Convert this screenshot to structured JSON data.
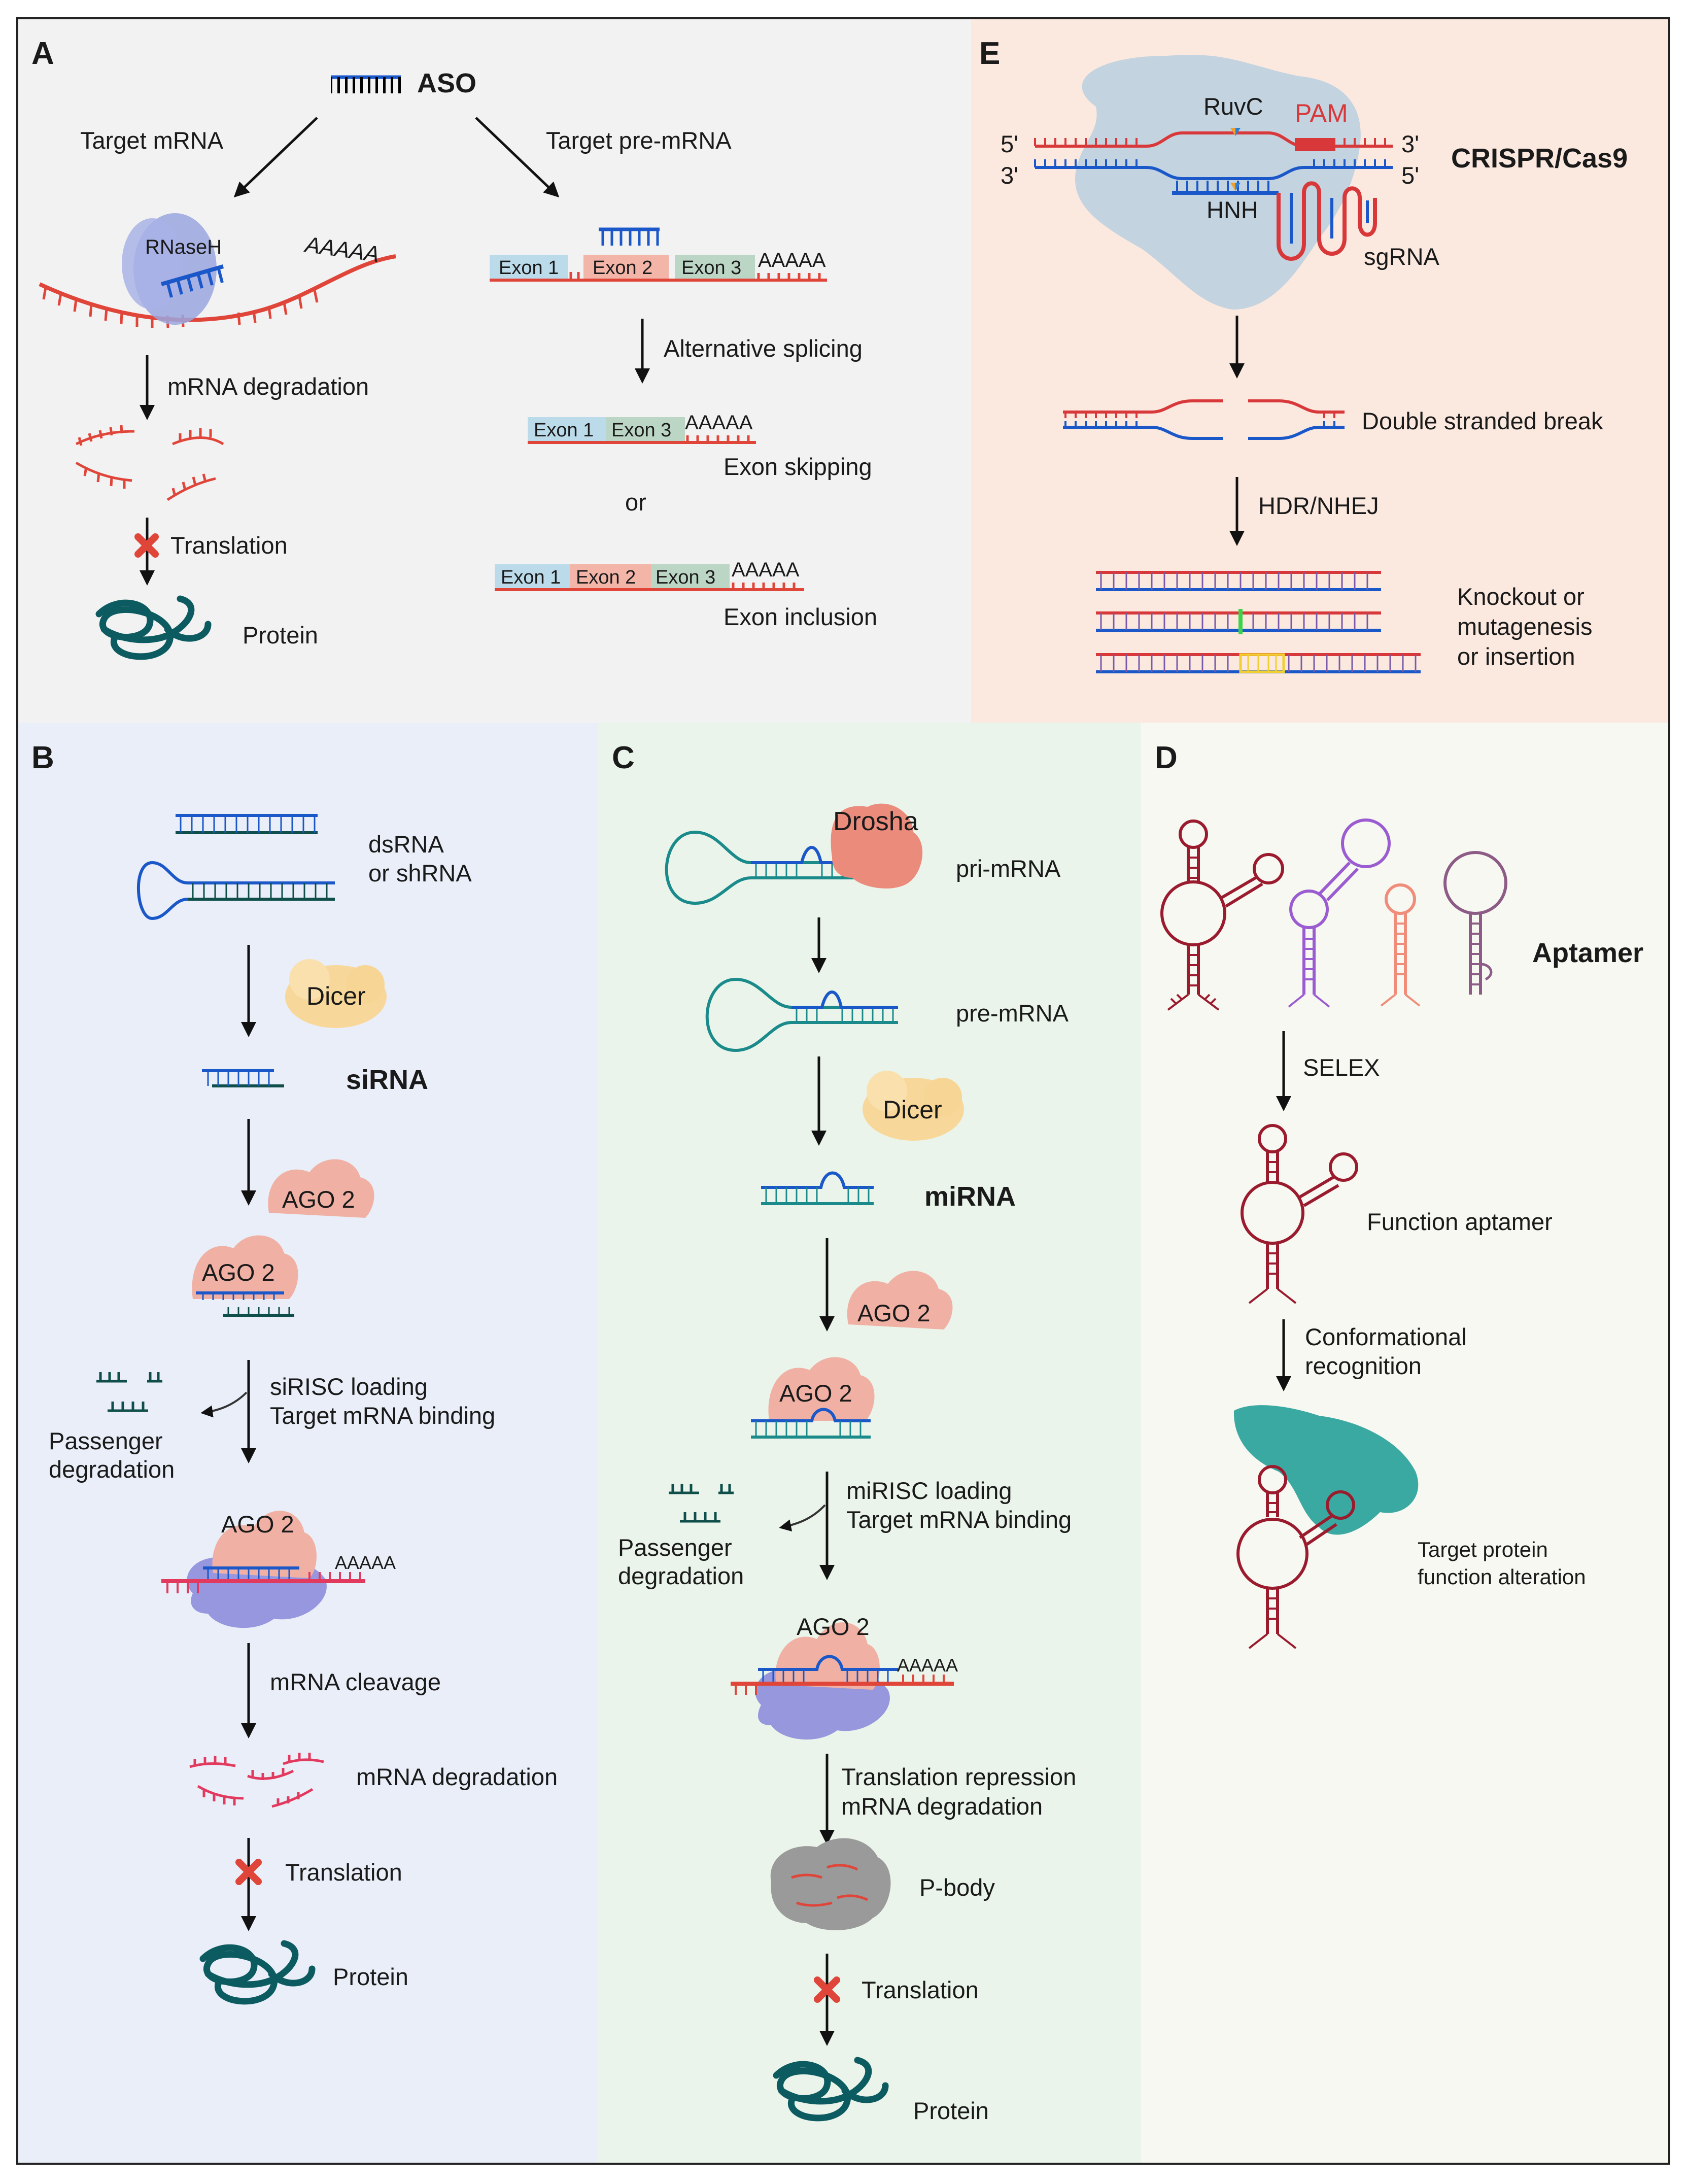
{
  "panels": {
    "A": "A",
    "B": "B",
    "C": "C",
    "D": "D",
    "E": "E"
  },
  "colors": {
    "panel_a_bg": "#f2f2f2",
    "panel_b_bg": "#e9eef8",
    "panel_c_bg": "#eaf4ea",
    "panel_d_bg": "#f6f8f1",
    "panel_e_bg": "#fbe9df",
    "rna_blue": "#1a57c9",
    "rna_red": "#e0453a",
    "rna_pink": "#e23a5e",
    "rna_teal": "#0f5e5c",
    "protein": "#0c5b60",
    "rnase_h": "#9aa6df",
    "ago2": "#f0b0a4",
    "dicer": "#f8d89a",
    "drosha": "#ea8b7c",
    "cas9": "#bcd0df",
    "aptamer_maroon": "#9b1b2e",
    "aptamer_purple": "#9a5cd0",
    "aptamer_salmon": "#f08c7a",
    "aptamer_mauve": "#8c5c86",
    "target_protein": "#3aa9a2"
  },
  "aso": {
    "title": "ASO",
    "target_mrna": "Target mRNA",
    "target_pre_mrna": "Target pre-mRNA",
    "rnaseh": "RNaseH",
    "polya": "AAAAA",
    "mrna_degradation": "mRNA degradation",
    "translation": "Translation",
    "protein": "Protein",
    "alternative_splicing": "Alternative splicing",
    "exon1": "Exon 1",
    "exon2": "Exon 2",
    "exon3": "Exon 3",
    "exon_skipping": "Exon skipping",
    "or": "or",
    "exon_inclusion": "Exon inclusion"
  },
  "sirna": {
    "dsrna_line1": "dsRNA",
    "dsrna_line2": "or shRNA",
    "dicer": "Dicer",
    "title": "siRNA",
    "ago2": "AGO 2",
    "loading_line1": "siRISC loading",
    "loading_line2": "Target mRNA binding",
    "passenger_line1": "Passenger",
    "passenger_line2": "degradation",
    "polya": "AAAAA",
    "mrna_cleavage": "mRNA cleavage",
    "mrna_degradation": "mRNA degradation",
    "translation": "Translation",
    "protein": "Protein"
  },
  "mirna": {
    "drosha": "Drosha",
    "pri_mrna": "pri-mRNA",
    "pre_mrna": "pre-mRNA",
    "dicer": "Dicer",
    "title": "miRNA",
    "ago2": "AGO 2",
    "loading_line1": "miRISC loading",
    "loading_line2": "Target mRNA binding",
    "passenger_line1": "Passenger",
    "passenger_line2": "degradation",
    "polya": "AAAAA",
    "repression_line1": "Translation repression",
    "repression_line2": "mRNA degradation",
    "p_body": "P-body",
    "translation": "Translation",
    "protein": "Protein"
  },
  "aptamer": {
    "title": "Aptamer",
    "selex": "SELEX",
    "function_aptamer": "Function aptamer",
    "recognition_line1": "Conformational",
    "recognition_line2": "recognition",
    "target_line1": "Target protein",
    "target_line2": "function alteration"
  },
  "crispr": {
    "title": "CRISPR/Cas9",
    "five_prime": "5'",
    "three_prime": "3'",
    "ruvc": "RuvC",
    "pam": "PAM",
    "hnh": "HNH",
    "sgrna": "sgRNA",
    "dsb": "Double stranded break",
    "hdr_nhej": "HDR/NHEJ",
    "outcome_line1": "Knockout or",
    "outcome_line2": "mutagenesis",
    "outcome_line3": "or insertion"
  }
}
